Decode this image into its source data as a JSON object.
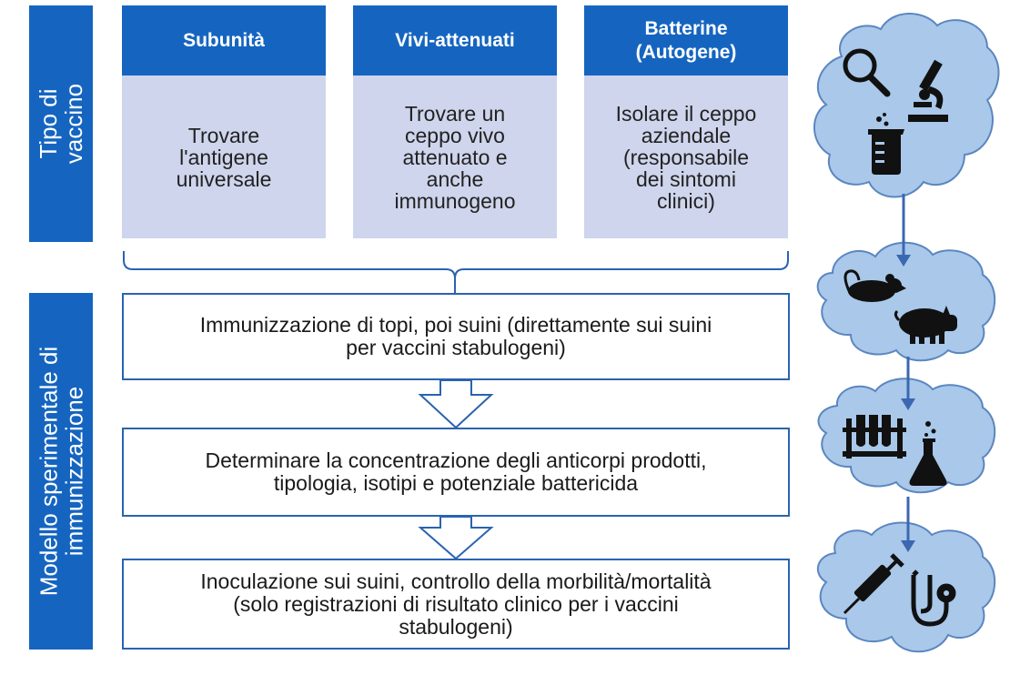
{
  "labels": {
    "tipo": "Tipo di\nvaccino",
    "modello": "Modello sperimentale di\nimmunizzazione"
  },
  "vaccine_types": [
    {
      "title": "Subunità",
      "description": "Trovare\nl'antigene\nuniversale"
    },
    {
      "title": "Vivi-attenuati",
      "description": "Trovare un\nceppo vivo\nattenuato e\nanche\nimmunogeno"
    },
    {
      "title": "Batterine\n(Autogene)",
      "description": "Isolare il ceppo\naziendale\n(responsabile\ndei sintomi\nclinici)"
    }
  ],
  "steps": [
    "Immunizzazione di topi, poi suini (direttamente sui suini\nper vaccini stabulogeni)",
    "Determinare la concentrazione degli anticorpi prodotti,\ntipologia, isotipi e potenziale battericida",
    "Inoculazione sui suini, controllo della morbilità/mortalità\n(solo registrazioni di risultato clinico per i vaccini\nstabulogeni)"
  ],
  "icons": [
    "magnifier-icon",
    "microscope-icon",
    "beaker-icon",
    "mouse-icon",
    "pig-icon",
    "test-tubes-icon",
    "flask-icon",
    "syringe-icon",
    "stethoscope-icon"
  ],
  "colors": {
    "primary_blue": "#1565c0",
    "light_panel": "#cfd5ec",
    "cloud_fill": "#a9c8ea",
    "cloud_stroke": "#5b86bf"
  }
}
